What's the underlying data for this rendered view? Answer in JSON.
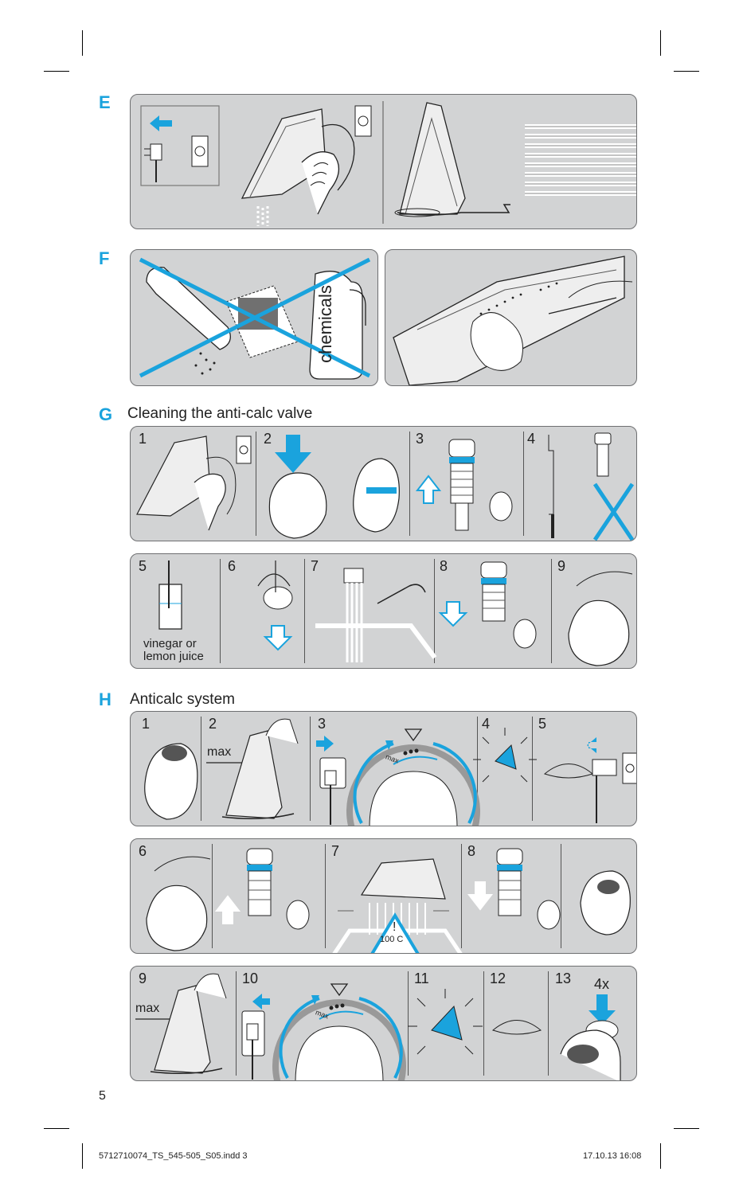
{
  "colors": {
    "accent": "#1aa3dd",
    "panel": "#d2d3d4",
    "border": "#6e6f71"
  },
  "sections": {
    "E": {
      "letter": "E"
    },
    "F": {
      "letter": "F",
      "chemicals_label": "chemicals"
    },
    "G": {
      "letter": "G",
      "title": "Cleaning the anti-calc valve",
      "row1_steps": [
        "1",
        "2",
        "3",
        "4"
      ],
      "row2_steps": [
        "5",
        "6",
        "7",
        "8",
        "9"
      ],
      "vinegar_line1": "vinegar or",
      "vinegar_line2": "lemon juice"
    },
    "H": {
      "letter": "H",
      "title": "Anticalc system",
      "row1_steps": [
        "1",
        "2",
        "3",
        "4",
        "5"
      ],
      "row2_steps": [
        "6",
        "7",
        "8"
      ],
      "row3_steps": [
        "9",
        "10",
        "11",
        "12",
        "13"
      ],
      "max_label": "max",
      "max_label_2": "max",
      "dial_max": "max",
      "dial_max_2": "max",
      "warning_mark": "!",
      "warning_temp": "100 C",
      "repeat_label": "4x"
    }
  },
  "page_number": "5",
  "footer": {
    "file": "5712710074_TS_545-505_S05.indd   3",
    "timestamp": "17.10.13   16:08"
  }
}
